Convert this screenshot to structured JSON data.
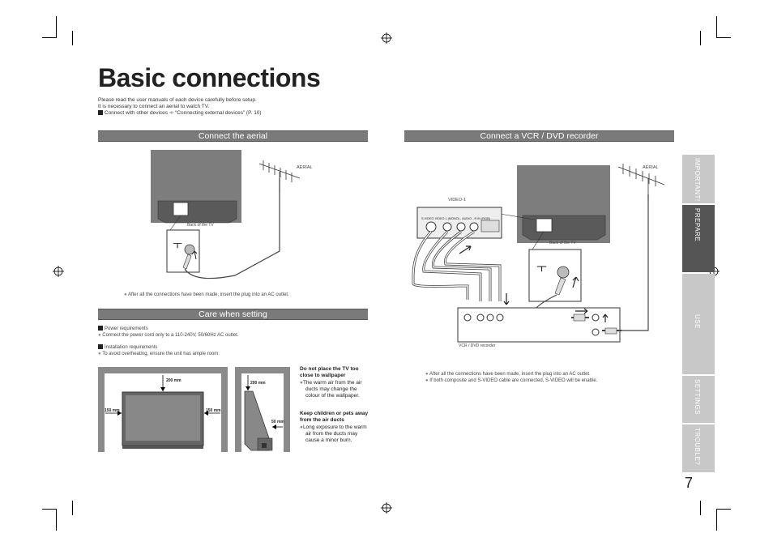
{
  "page": {
    "title": "Basic connections",
    "intro_line1": "Please read the user manuals of each device carefully before setup.",
    "intro_line2": "It is necessary to connect an aerial to watch TV.",
    "ref_bold": "Connect with other devices",
    "ref_arrow": "➾",
    "ref_text": "“Connecting external devices” (P. 10)",
    "page_number": "7"
  },
  "aerial_section": {
    "heading": "Connect the aerial",
    "aerial_label": "AERIAL",
    "back_label": "Back of the TV",
    "note": "After all the connections have been made, insert the plug into an AC outlet."
  },
  "vcr_section": {
    "heading": "Connect a VCR / DVD recorder",
    "aerial_label": "AERIAL",
    "video1_label": "VIDEO-1",
    "back_label": "Back of the TV",
    "vcr_label": "VCR / DVD recorder",
    "jack_labels": [
      "S-VIDEO",
      "VIDEO",
      "L (MONO) - AUDIO - R",
      "IN (RGB)"
    ],
    "note1": "After all the connections have been made, insert the plug into an AC outlet.",
    "note2": "If both composite and S-VIDEO cable are connected, S-VIDEO will be enable."
  },
  "care_section": {
    "heading": "Care when setting",
    "power_title": "Power requirements",
    "power_text": "Connect the power cord only to a 110-240V, 50/60Hz AC outlet.",
    "install_title": "Installation requirements",
    "install_text": "To avoid overheating, ensure the unit has ample room.",
    "dim_top": "200 mm",
    "dim_left": "150 mm",
    "dim_right": "150 mm",
    "dim_side_top": "200 mm",
    "dim_side_back": "50 mm",
    "warn1_title": "Do not place the TV too close to wallpaper",
    "warn1_text": "The warm air from the air ducts may change the colour of the wallpaper.",
    "warn2_title": "Keep children or pets away from the air ducts",
    "warn2_text": "Long exposure to the warm air from the ducts may cause a minor burn."
  },
  "tabs": [
    "IMPORTANT!",
    "PREPARE",
    "USE",
    "SETTINGS",
    "TROUBLE?"
  ],
  "colors": {
    "section_bar": "#7a7a7a",
    "tab_active": "#555555",
    "tab_inactive": "#c8c8c8"
  }
}
